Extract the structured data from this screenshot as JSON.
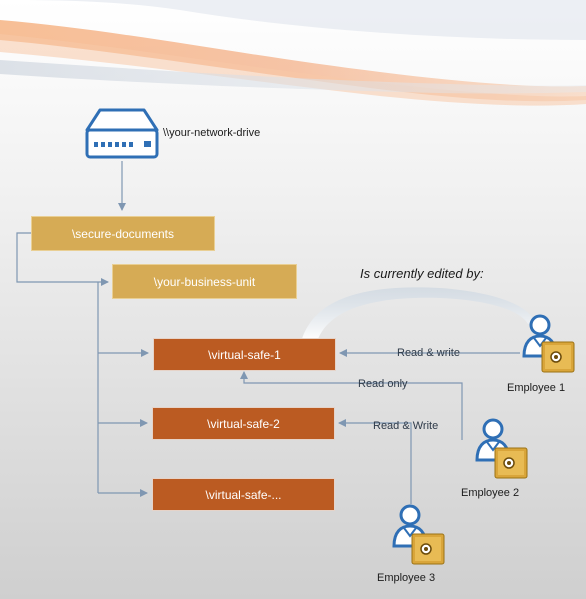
{
  "network_drive": {
    "label": "\\\\your-network-drive",
    "icon": "server-icon"
  },
  "folders": {
    "secure_documents": "\\secure-documents",
    "business_unit": "\\your-business-unit"
  },
  "safes": [
    {
      "label": "\\virtual-safe-1"
    },
    {
      "label": "\\virtual-safe-2"
    },
    {
      "label": "\\virtual-safe-..."
    }
  ],
  "edited_by_label": "Is currently edited by:",
  "permissions": {
    "employee1": "Read & write",
    "employee2": "Read only",
    "employee3": "Read & Write"
  },
  "employees": [
    {
      "name": "Employee 1",
      "icon": "user-with-safe-icon"
    },
    {
      "name": "Employee 2",
      "icon": "user-with-safe-icon"
    },
    {
      "name": "Employee 3",
      "icon": "user-with-safe-icon"
    }
  ],
  "colors": {
    "folder": "#d6ab55",
    "safe": "#bb5b22",
    "connector": "#7f97b2",
    "icon_blue": "#2f6fb5",
    "safe_gold": "#d9a53a"
  }
}
